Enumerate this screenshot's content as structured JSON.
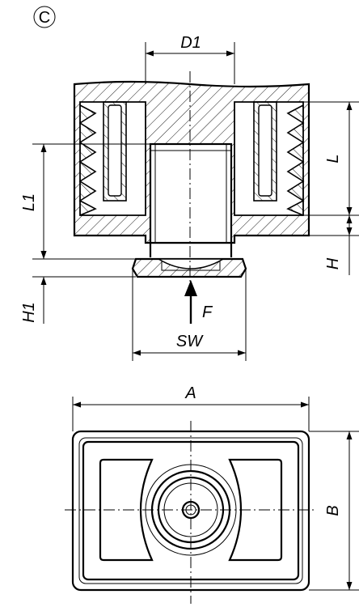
{
  "variant_label": "C",
  "dimensions": {
    "d1": "D1",
    "l": "L",
    "l1": "L1",
    "h": "H",
    "h1": "H1",
    "f": "F",
    "sw": "SW",
    "a": "A",
    "b": "B"
  }
}
